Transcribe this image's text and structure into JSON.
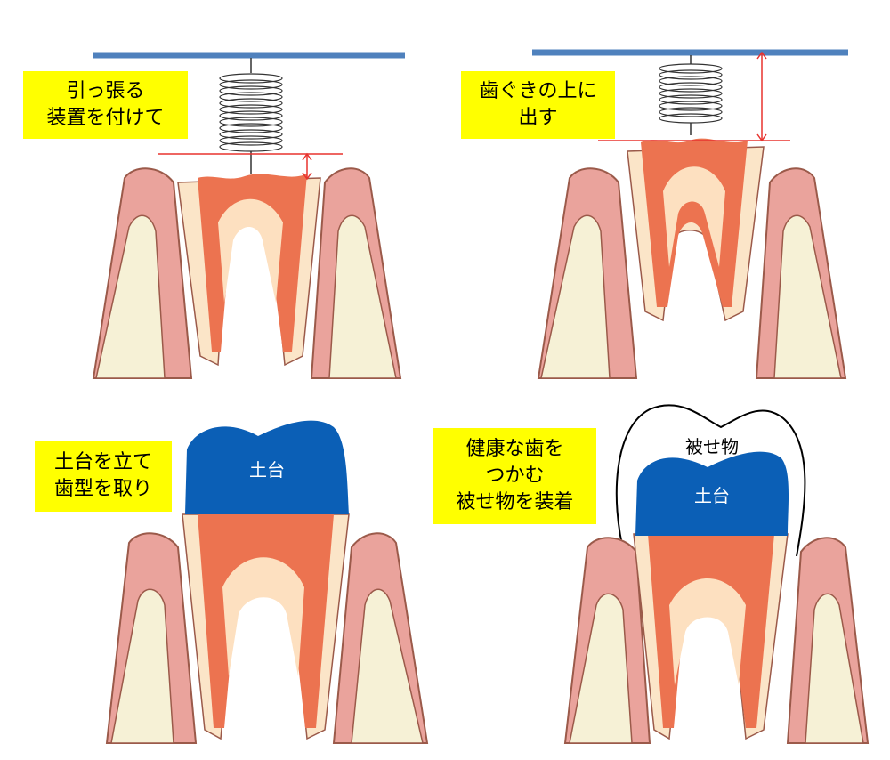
{
  "colors": {
    "bar": "#4f81bd",
    "label_bg": "#ffff00",
    "abutment": "#0b5fb6",
    "gum": "#eaa39c",
    "gum_edge": "#9b5a4a",
    "bone": "#f6f1d6",
    "dentin": "#ec7350",
    "pulp": "#fde0c0",
    "measure": "#e8332e"
  },
  "panels": [
    {
      "id": "step-1",
      "label": "引っ張る\n装置を付けて"
    },
    {
      "id": "step-2",
      "label": "歯ぐきの上に\n出す"
    },
    {
      "id": "step-3",
      "label": "土台を立て\n歯型を取り",
      "abutment_label": "土台"
    },
    {
      "id": "step-4",
      "label": "健康な歯を\nつかむ\n被せ物を装着",
      "abutment_label": "土台",
      "crown_label": "被せ物"
    }
  ]
}
